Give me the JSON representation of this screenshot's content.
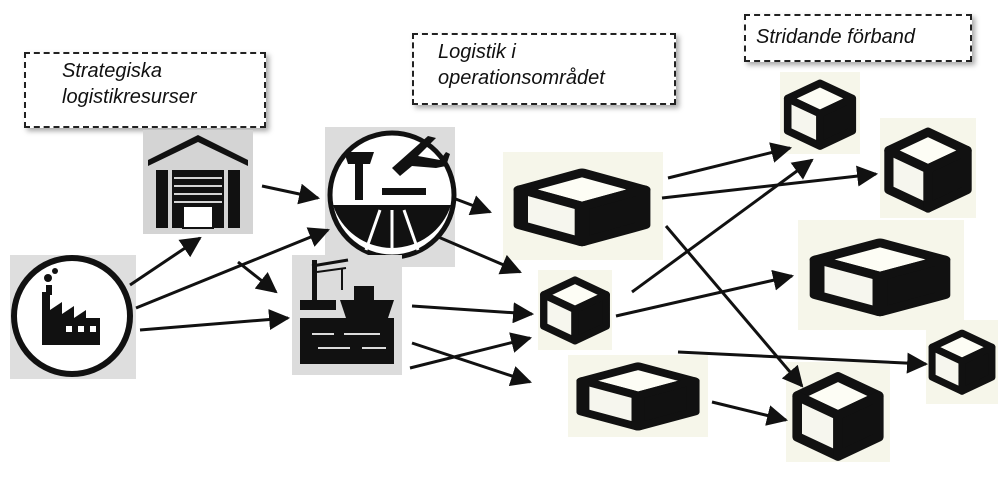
{
  "labels": {
    "strategic": [
      "Strategiska",
      "logistikresurser"
    ],
    "operations": [
      "Logistik i",
      "operationsområdet"
    ],
    "combat": "Stridande förband"
  },
  "icons": {
    "factory": "factory-icon",
    "warehouse": "warehouse-icon",
    "airport": "airport-icon",
    "port": "port-icon",
    "cube": "cube-icon"
  }
}
